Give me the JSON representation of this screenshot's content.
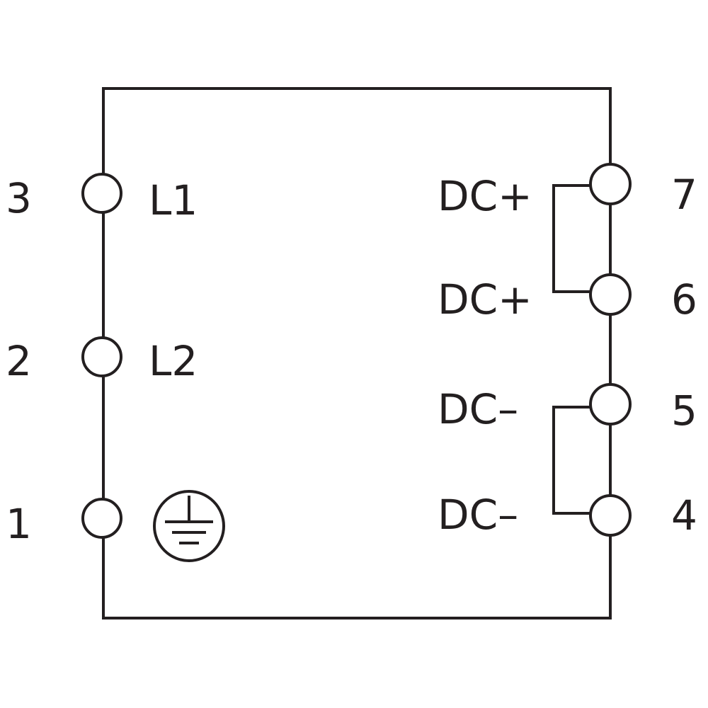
{
  "colors": {
    "line": "#231f20",
    "background": "#ffffff"
  },
  "left_terminals": [
    {
      "number": "3",
      "label": "L1"
    },
    {
      "number": "2",
      "label": "L2"
    },
    {
      "number": "1",
      "label": "",
      "icon": "protective-earth-icon"
    }
  ],
  "right_terminals": [
    {
      "number": "7",
      "label": "DC+"
    },
    {
      "number": "6",
      "label": "DC+"
    },
    {
      "number": "5",
      "label": "DC–"
    },
    {
      "number": "4",
      "label": "DC–"
    }
  ]
}
